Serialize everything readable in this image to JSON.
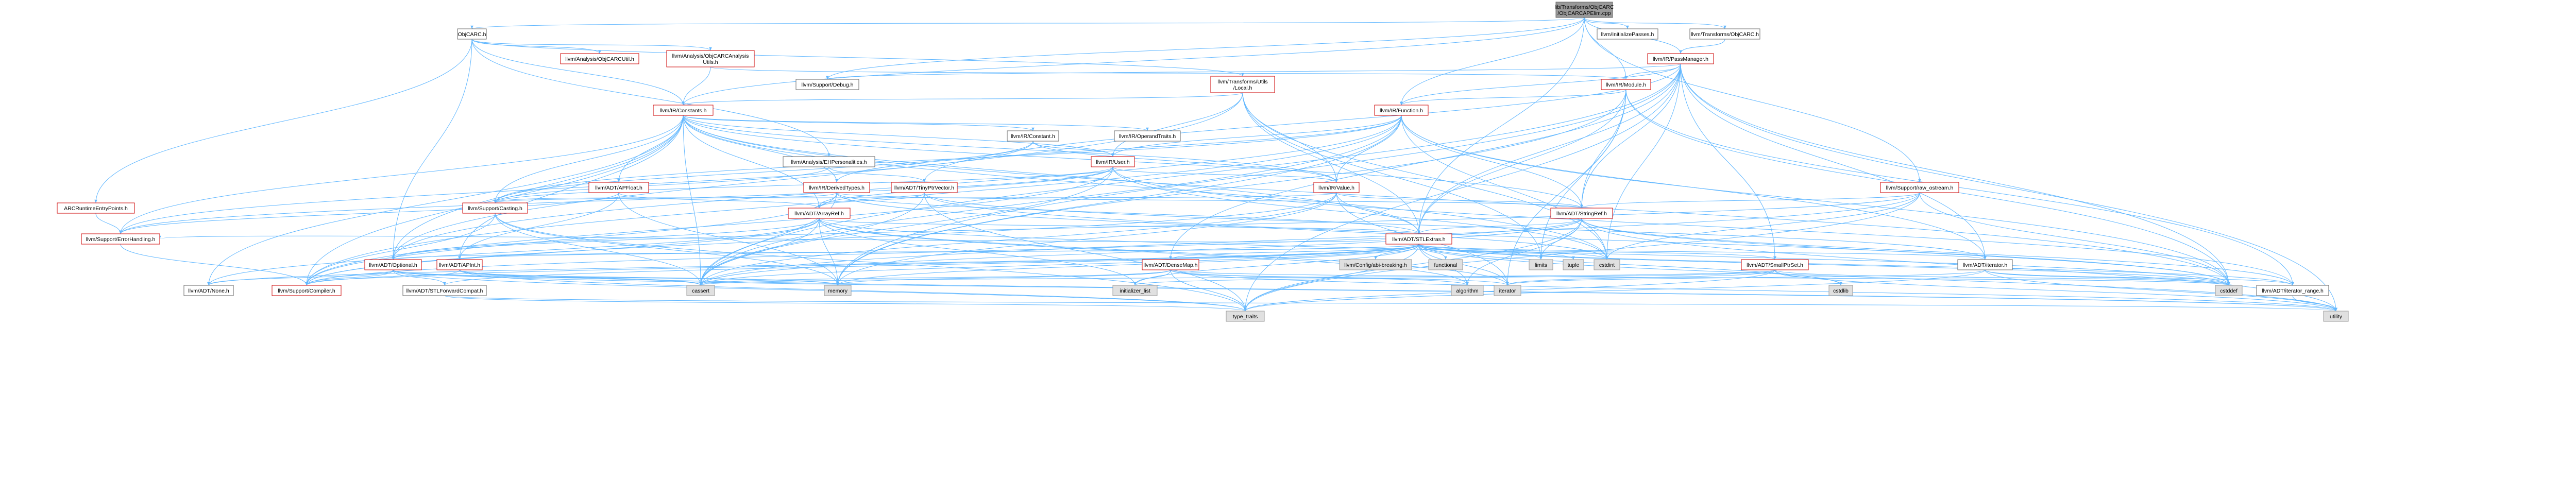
{
  "graph": {
    "nodes": [
      {
        "id": "root",
        "label": [
          "lib/Transforms/ObjCARC",
          "/ObjCARCAPElim.cpp"
        ],
        "style": "root"
      },
      {
        "id": "objcarc",
        "label": [
          "ObjCARC.h"
        ],
        "style": "plain"
      },
      {
        "id": "initpasses",
        "label": [
          "llvm/InitializePasses.h"
        ],
        "style": "plain"
      },
      {
        "id": "transobjcarc",
        "label": [
          "llvm/Transforms/ObjCARC.h"
        ],
        "style": "plain"
      },
      {
        "id": "objcarcutil",
        "label": [
          "llvm/Analysis/ObjCARCUtil.h"
        ],
        "style": "red"
      },
      {
        "id": "objcarcanalysis",
        "label": [
          "llvm/Analysis/ObjCARCAnalysis",
          "Utils.h"
        ],
        "style": "red"
      },
      {
        "id": "passmanager",
        "label": [
          "llvm/IR/PassManager.h"
        ],
        "style": "red"
      },
      {
        "id": "debug",
        "label": [
          "llvm/Support/Debug.h"
        ],
        "style": "plain"
      },
      {
        "id": "translocal",
        "label": [
          "llvm/Transforms/Utils",
          "/Local.h"
        ],
        "style": "red"
      },
      {
        "id": "module",
        "label": [
          "llvm/IR/Module.h"
        ],
        "style": "red"
      },
      {
        "id": "constants",
        "label": [
          "llvm/IR/Constants.h"
        ],
        "style": "red"
      },
      {
        "id": "function",
        "label": [
          "llvm/IR/Function.h"
        ],
        "style": "red"
      },
      {
        "id": "constant",
        "label": [
          "llvm/IR/Constant.h"
        ],
        "style": "plain"
      },
      {
        "id": "operandtraits",
        "label": [
          "llvm/IR/OperandTraits.h"
        ],
        "style": "plain"
      },
      {
        "id": "ehpers",
        "label": [
          "llvm/Analysis/EHPersonalities.h"
        ],
        "style": "plain"
      },
      {
        "id": "user",
        "label": [
          "llvm/IR/User.h"
        ],
        "style": "red"
      },
      {
        "id": "apfloat",
        "label": [
          "llvm/ADT/APFloat.h"
        ],
        "style": "red"
      },
      {
        "id": "derivedtypes",
        "label": [
          "llvm/IR/DerivedTypes.h"
        ],
        "style": "red"
      },
      {
        "id": "tinyptr",
        "label": [
          "llvm/ADT/TinyPtrVector.h"
        ],
        "style": "red"
      },
      {
        "id": "value",
        "label": [
          "llvm/IR/Value.h"
        ],
        "style": "red"
      },
      {
        "id": "rawostream",
        "label": [
          "llvm/Support/raw_ostream.h"
        ],
        "style": "red"
      },
      {
        "id": "arcruntime",
        "label": [
          "ARCRuntimeEntryPoints.h"
        ],
        "style": "red"
      },
      {
        "id": "casting",
        "label": [
          "llvm/Support/Casting.h"
        ],
        "style": "red"
      },
      {
        "id": "arrayref",
        "label": [
          "llvm/ADT/ArrayRef.h"
        ],
        "style": "red"
      },
      {
        "id": "stringref",
        "label": [
          "llvm/ADT/StringRef.h"
        ],
        "style": "red"
      },
      {
        "id": "errhandling",
        "label": [
          "llvm/Support/ErrorHandling.h"
        ],
        "style": "red"
      },
      {
        "id": "stlextras",
        "label": [
          "llvm/ADT/STLExtras.h"
        ],
        "style": "red"
      },
      {
        "id": "optional",
        "label": [
          "llvm/ADT/Optional.h"
        ],
        "style": "red"
      },
      {
        "id": "apint",
        "label": [
          "llvm/ADT/APInt.h"
        ],
        "style": "red"
      },
      {
        "id": "densemap",
        "label": [
          "llvm/ADT/DenseMap.h"
        ],
        "style": "red"
      },
      {
        "id": "config",
        "label": [
          "llvm/Config/abi-breaking.h"
        ],
        "style": "gray"
      },
      {
        "id": "functional",
        "label": [
          "functional"
        ],
        "style": "gray"
      },
      {
        "id": "limits",
        "label": [
          "limits"
        ],
        "style": "gray"
      },
      {
        "id": "tuple",
        "label": [
          "tuple"
        ],
        "style": "gray"
      },
      {
        "id": "cstdint",
        "label": [
          "cstdint"
        ],
        "style": "gray"
      },
      {
        "id": "smallptrset",
        "label": [
          "llvm/ADT/SmallPtrSet.h"
        ],
        "style": "red"
      },
      {
        "id": "iterator",
        "label": [
          "llvm/ADT/iterator.h"
        ],
        "style": "plain"
      },
      {
        "id": "none",
        "label": [
          "llvm/ADT/None.h"
        ],
        "style": "plain"
      },
      {
        "id": "compiler",
        "label": [
          "llvm/Support/Compiler.h"
        ],
        "style": "red"
      },
      {
        "id": "stlfwd",
        "label": [
          "llvm/ADT/STLForwardCompat.h"
        ],
        "style": "plain"
      },
      {
        "id": "cassert",
        "label": [
          "cassert"
        ],
        "style": "gray"
      },
      {
        "id": "memory",
        "label": [
          "memory"
        ],
        "style": "gray"
      },
      {
        "id": "initlist",
        "label": [
          "initializer_list"
        ],
        "style": "gray"
      },
      {
        "id": "algorithm",
        "label": [
          "algorithm"
        ],
        "style": "gray"
      },
      {
        "id": "iteratorstd",
        "label": [
          "iterator"
        ],
        "style": "gray"
      },
      {
        "id": "cstdlib",
        "label": [
          "cstdlib"
        ],
        "style": "gray"
      },
      {
        "id": "cstddef",
        "label": [
          "cstddef"
        ],
        "style": "gray"
      },
      {
        "id": "iterrange",
        "label": [
          "llvm/ADT/iterator_range.h"
        ],
        "style": "plain"
      },
      {
        "id": "typetraits",
        "label": [
          "type_traits"
        ],
        "style": "gray"
      },
      {
        "id": "utility",
        "label": [
          "utility"
        ],
        "style": "gray"
      }
    ],
    "edges": [
      [
        "root",
        "objcarc"
      ],
      [
        "root",
        "initpasses"
      ],
      [
        "root",
        "transobjcarc"
      ],
      [
        "root",
        "passmanager"
      ],
      [
        "root",
        "debug"
      ],
      [
        "root",
        "module"
      ],
      [
        "root",
        "constants"
      ],
      [
        "root",
        "function"
      ],
      [
        "root",
        "stlextras"
      ],
      [
        "root",
        "rawostream"
      ],
      [
        "objcarc",
        "objcarcutil"
      ],
      [
        "objcarc",
        "objcarcanalysis"
      ],
      [
        "objcarc",
        "translocal"
      ],
      [
        "objcarc",
        "arcruntime"
      ],
      [
        "objcarc",
        "ehpers"
      ],
      [
        "objcarc",
        "constants"
      ],
      [
        "objcarc",
        "optional"
      ],
      [
        "objcarcanalysis",
        "constants"
      ],
      [
        "objcarcanalysis",
        "module"
      ],
      [
        "transobjcarc",
        "passmanager"
      ],
      [
        "passmanager",
        "module"
      ],
      [
        "passmanager",
        "function"
      ],
      [
        "passmanager",
        "debug"
      ],
      [
        "passmanager",
        "stringref"
      ],
      [
        "passmanager",
        "stlextras"
      ],
      [
        "passmanager",
        "tinyptr"
      ],
      [
        "passmanager",
        "densemap"
      ],
      [
        "passmanager",
        "smallptrset"
      ],
      [
        "passmanager",
        "memory"
      ],
      [
        "passmanager",
        "utility"
      ],
      [
        "passmanager",
        "cstdint"
      ],
      [
        "passmanager",
        "cassert"
      ],
      [
        "passmanager",
        "typetraits"
      ],
      [
        "passmanager",
        "iterator"
      ],
      [
        "passmanager",
        "cstddef"
      ],
      [
        "translocal",
        "constants"
      ],
      [
        "translocal",
        "user"
      ],
      [
        "translocal",
        "value"
      ],
      [
        "translocal",
        "stlextras"
      ],
      [
        "translocal",
        "cstdint"
      ],
      [
        "translocal",
        "limits"
      ],
      [
        "translocal",
        "optional"
      ],
      [
        "module",
        "function"
      ],
      [
        "module",
        "stringref"
      ],
      [
        "module",
        "stlextras"
      ],
      [
        "module",
        "iterrange"
      ],
      [
        "module",
        "cstddef"
      ],
      [
        "module",
        "memory"
      ],
      [
        "module",
        "iteratorstd"
      ],
      [
        "module",
        "limits"
      ],
      [
        "constants",
        "constant"
      ],
      [
        "constants",
        "operandtraits"
      ],
      [
        "constants",
        "user"
      ],
      [
        "constants",
        "apfloat"
      ],
      [
        "constants",
        "apint"
      ],
      [
        "constants",
        "arrayref"
      ],
      [
        "constants",
        "stringref"
      ],
      [
        "constants",
        "derivedtypes"
      ],
      [
        "constants",
        "value"
      ],
      [
        "constants",
        "casting"
      ],
      [
        "constants",
        "errhandling"
      ],
      [
        "constants",
        "optional"
      ],
      [
        "constants",
        "stlextras"
      ],
      [
        "constants",
        "none"
      ],
      [
        "constants",
        "compiler"
      ],
      [
        "constants",
        "cassert"
      ],
      [
        "constants",
        "cstddef"
      ],
      [
        "constants",
        "cstdint"
      ],
      [
        "function",
        "user"
      ],
      [
        "function",
        "value"
      ],
      [
        "function",
        "derivedtypes"
      ],
      [
        "function",
        "stringref"
      ],
      [
        "function",
        "casting"
      ],
      [
        "function",
        "compiler"
      ],
      [
        "function",
        "iterator"
      ],
      [
        "function",
        "memory"
      ],
      [
        "function",
        "cassert"
      ],
      [
        "function",
        "cstddef"
      ],
      [
        "function",
        "cstdint"
      ],
      [
        "function",
        "optional"
      ],
      [
        "constant",
        "user"
      ],
      [
        "constant",
        "value"
      ],
      [
        "constant",
        "casting"
      ],
      [
        "constant",
        "errhandling"
      ],
      [
        "ehpers",
        "casting"
      ],
      [
        "ehpers",
        "tinyptr"
      ],
      [
        "user",
        "value"
      ],
      [
        "user",
        "arrayref"
      ],
      [
        "user",
        "casting"
      ],
      [
        "user",
        "compiler"
      ],
      [
        "user",
        "errhandling"
      ],
      [
        "user",
        "cassert"
      ],
      [
        "user",
        "iterrange"
      ],
      [
        "user",
        "cstdint"
      ],
      [
        "apfloat",
        "apint"
      ],
      [
        "apfloat",
        "arrayref"
      ],
      [
        "apfloat",
        "errhandling"
      ],
      [
        "apfloat",
        "memory"
      ],
      [
        "derivedtypes",
        "arrayref"
      ],
      [
        "derivedtypes",
        "stlextras"
      ],
      [
        "derivedtypes",
        "stringref"
      ],
      [
        "derivedtypes",
        "casting"
      ],
      [
        "derivedtypes",
        "compiler"
      ],
      [
        "derivedtypes",
        "cassert"
      ],
      [
        "derivedtypes",
        "cstdint"
      ],
      [
        "tinyptr",
        "arrayref"
      ],
      [
        "tinyptr",
        "cassert"
      ],
      [
        "tinyptr",
        "cstddef"
      ],
      [
        "tinyptr",
        "iterator"
      ],
      [
        "tinyptr",
        "typetraits"
      ],
      [
        "value",
        "stringref"
      ],
      [
        "value",
        "stlextras"
      ],
      [
        "value",
        "casting"
      ],
      [
        "value",
        "compiler"
      ],
      [
        "value",
        "cassert"
      ],
      [
        "value",
        "iteratorstd"
      ],
      [
        "value",
        "memory"
      ],
      [
        "rawostream",
        "stringref"
      ],
      [
        "rawostream",
        "cassert"
      ],
      [
        "rawostream",
        "cstddef"
      ],
      [
        "rawostream",
        "cstdint"
      ],
      [
        "rawostream",
        "typetraits"
      ],
      [
        "rawostream",
        "optional"
      ],
      [
        "arcruntime",
        "errhandling"
      ],
      [
        "casting",
        "compiler"
      ],
      [
        "casting",
        "cassert"
      ],
      [
        "casting",
        "memory"
      ],
      [
        "casting",
        "typetraits"
      ],
      [
        "arrayref",
        "stlextras"
      ],
      [
        "arrayref",
        "compiler"
      ],
      [
        "arrayref",
        "cassert"
      ],
      [
        "arrayref",
        "memory"
      ],
      [
        "arrayref",
        "none"
      ],
      [
        "arrayref",
        "optional"
      ],
      [
        "arrayref",
        "initlist"
      ],
      [
        "arrayref",
        "iteratorstd"
      ],
      [
        "arrayref",
        "algorithm"
      ],
      [
        "arrayref",
        "cstddef"
      ],
      [
        "stringref",
        "stlextras"
      ],
      [
        "stringref",
        "iterrange"
      ],
      [
        "stringref",
        "compiler"
      ],
      [
        "stringref",
        "algorithm"
      ],
      [
        "stringref",
        "cassert"
      ],
      [
        "stringref",
        "cstddef"
      ],
      [
        "stringref",
        "cstring"
      ],
      [
        "stringref",
        "limits"
      ],
      [
        "stringref",
        "typetraits"
      ],
      [
        "stringref",
        "utility"
      ],
      [
        "errhandling",
        "compiler"
      ],
      [
        "stlextras",
        "optional"
      ],
      [
        "stlextras",
        "stlfwd"
      ],
      [
        "stlextras",
        "iterator"
      ],
      [
        "stlextras",
        "iterrange"
      ],
      [
        "stlextras",
        "config"
      ],
      [
        "stlextras",
        "errhandling"
      ],
      [
        "stlextras",
        "algorithm"
      ],
      [
        "stlextras",
        "cassert"
      ],
      [
        "stlextras",
        "cstddef"
      ],
      [
        "stlextras",
        "cstdint"
      ],
      [
        "stlextras",
        "cstdlib"
      ],
      [
        "stlextras",
        "functional"
      ],
      [
        "stlextras",
        "initlist"
      ],
      [
        "stlextras",
        "iteratorstd"
      ],
      [
        "stlextras",
        "limits"
      ],
      [
        "stlextras",
        "memory"
      ],
      [
        "stlextras",
        "tuple"
      ],
      [
        "stlextras",
        "typetraits"
      ],
      [
        "stlextras",
        "utility"
      ],
      [
        "stlextras",
        "densemap"
      ],
      [
        "stlextras",
        "smallptrset"
      ],
      [
        "stlextras",
        "apint"
      ],
      [
        "stlextras",
        "none"
      ],
      [
        "stlextras",
        "compiler"
      ],
      [
        "optional",
        "none"
      ],
      [
        "optional",
        "stlfwd"
      ],
      [
        "optional",
        "compiler"
      ],
      [
        "optional",
        "cassert"
      ],
      [
        "optional",
        "typetraits"
      ],
      [
        "optional",
        "utility"
      ],
      [
        "optional",
        "memory"
      ],
      [
        "apint",
        "compiler"
      ],
      [
        "apint",
        "cassert"
      ],
      [
        "apint",
        "typetraits"
      ],
      [
        "apint",
        "utility"
      ],
      [
        "apint",
        "memory"
      ],
      [
        "densemap",
        "initlist"
      ],
      [
        "densemap",
        "algorithm"
      ],
      [
        "densemap",
        "iteratorstd"
      ],
      [
        "densemap",
        "cassert"
      ],
      [
        "densemap",
        "cstddef"
      ],
      [
        "densemap",
        "memory"
      ],
      [
        "densemap",
        "typetraits"
      ],
      [
        "densemap",
        "utility"
      ],
      [
        "smallptrset",
        "cassert"
      ],
      [
        "smallptrset",
        "cstddef"
      ],
      [
        "smallptrset",
        "cstdlib"
      ],
      [
        "smallptrset",
        "initlist"
      ],
      [
        "smallptrset",
        "iteratorstd"
      ],
      [
        "smallptrset",
        "typetraits"
      ],
      [
        "smallptrset",
        "utility"
      ],
      [
        "iterator",
        "iterrange"
      ],
      [
        "iterator",
        "cstddef"
      ],
      [
        "iterator",
        "iteratorstd"
      ],
      [
        "iterator",
        "typetraits"
      ],
      [
        "iterator",
        "utility"
      ],
      [
        "stlfwd",
        "typetraits"
      ],
      [
        "stlfwd",
        "utility"
      ],
      [
        "iterrange",
        "utility"
      ]
    ]
  }
}
